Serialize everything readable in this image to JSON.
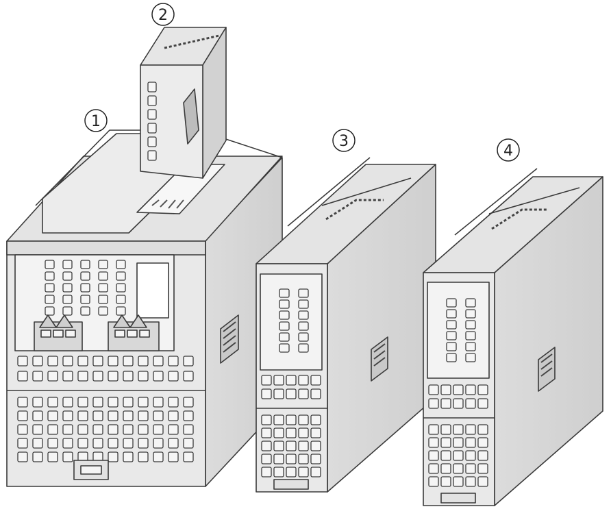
{
  "callouts": [
    {
      "label": "1",
      "refers_to": "main-module"
    },
    {
      "label": "2",
      "refers_to": "plug-in-card"
    },
    {
      "label": "3",
      "refers_to": "expansion-module-a"
    },
    {
      "label": "4",
      "refers_to": "expansion-module-b"
    }
  ],
  "colors": {
    "housing_face": "#e8e8e8",
    "housing_side": "#d6d6d6",
    "housing_top": "#e2e2e2",
    "outline": "#3a3a3a",
    "cell": "#f4f4f4",
    "connector": "#c8c8c8",
    "dark_slot": "#555555"
  }
}
